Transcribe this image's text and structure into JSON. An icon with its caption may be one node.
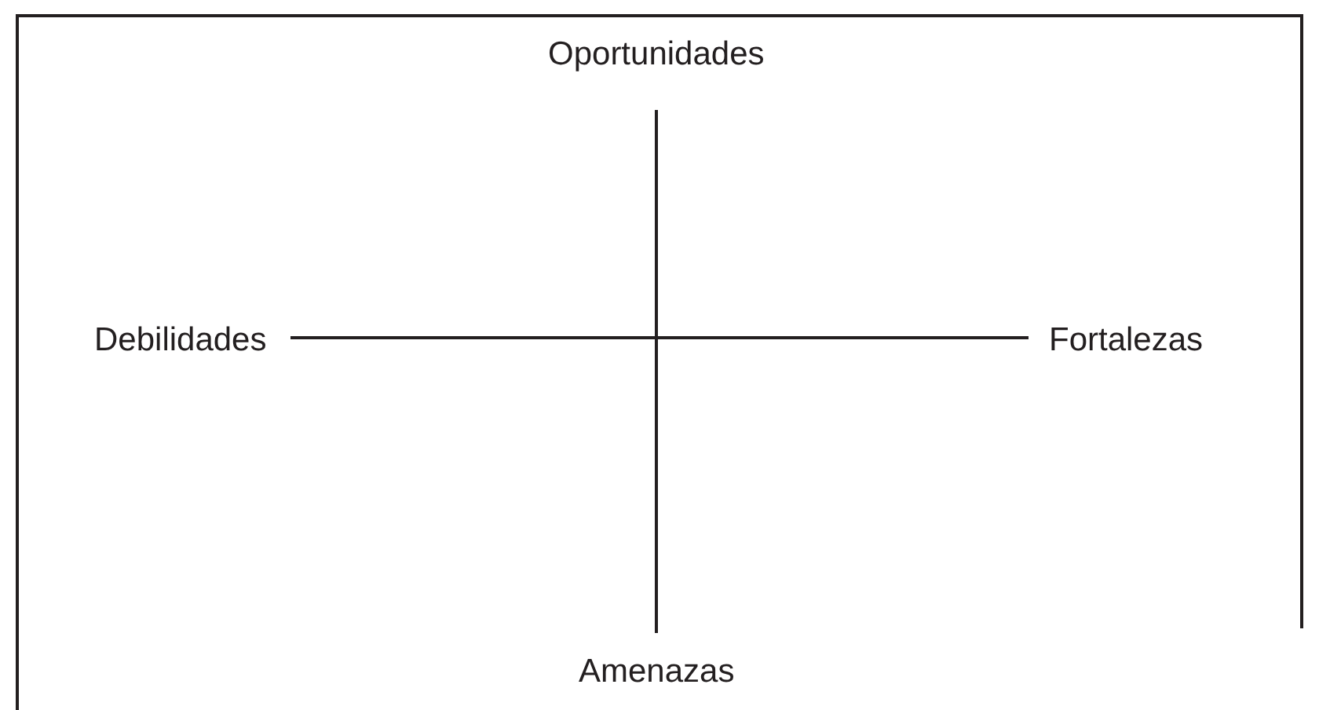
{
  "diagram": {
    "labels": [
      "Oportunidades",
      "Debilidades",
      "Fortalezas",
      "Amenazas"
    ]
  }
}
